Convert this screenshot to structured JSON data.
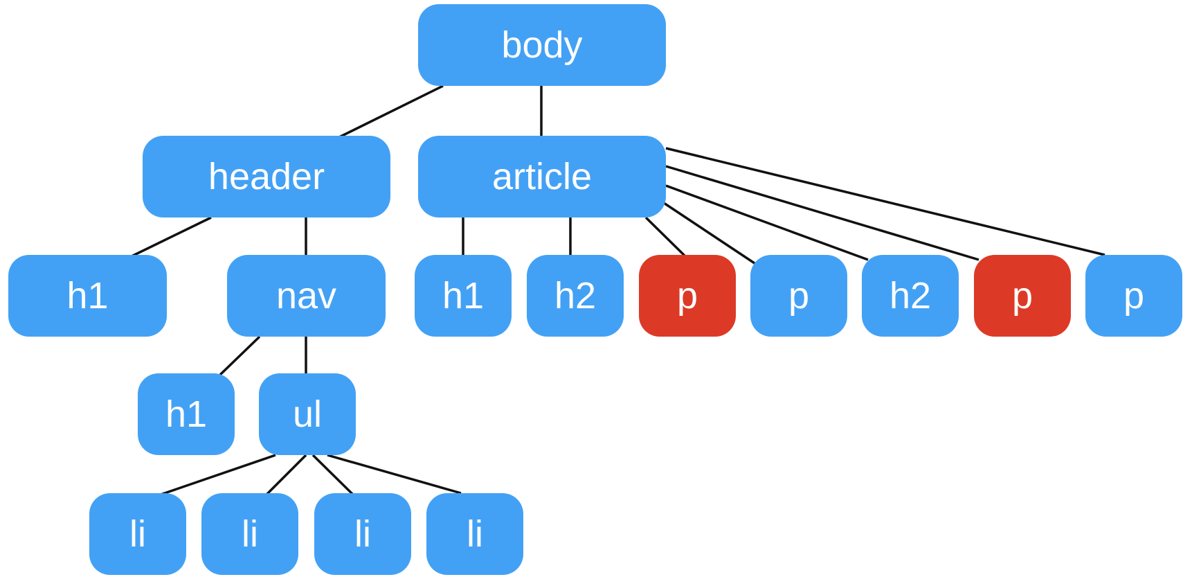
{
  "colors": {
    "default": "#43A1F5",
    "highlight": "#DC3A26",
    "edge": "#111111",
    "text": "#FFFFFF"
  },
  "tree": {
    "nodes": [
      {
        "id": "body",
        "label": "body",
        "highlight": false
      },
      {
        "id": "header",
        "label": "header",
        "highlight": false
      },
      {
        "id": "article",
        "label": "article",
        "highlight": false
      },
      {
        "id": "header-h1",
        "label": "h1",
        "highlight": false
      },
      {
        "id": "nav",
        "label": "nav",
        "highlight": false
      },
      {
        "id": "nav-h1",
        "label": "h1",
        "highlight": false
      },
      {
        "id": "ul",
        "label": "ul",
        "highlight": false
      },
      {
        "id": "li-1",
        "label": "li",
        "highlight": false
      },
      {
        "id": "li-2",
        "label": "li",
        "highlight": false
      },
      {
        "id": "li-3",
        "label": "li",
        "highlight": false
      },
      {
        "id": "li-4",
        "label": "li",
        "highlight": false
      },
      {
        "id": "article-h1",
        "label": "h1",
        "highlight": false
      },
      {
        "id": "article-h2-1",
        "label": "h2",
        "highlight": false
      },
      {
        "id": "article-p-1",
        "label": "p",
        "highlight": true
      },
      {
        "id": "article-p-2",
        "label": "p",
        "highlight": false
      },
      {
        "id": "article-h2-2",
        "label": "h2",
        "highlight": false
      },
      {
        "id": "article-p-3",
        "label": "p",
        "highlight": true
      },
      {
        "id": "article-p-4",
        "label": "p",
        "highlight": false
      }
    ],
    "edges": [
      [
        "body",
        "header"
      ],
      [
        "body",
        "article"
      ],
      [
        "header",
        "header-h1"
      ],
      [
        "header",
        "nav"
      ],
      [
        "nav",
        "nav-h1"
      ],
      [
        "nav",
        "ul"
      ],
      [
        "ul",
        "li-1"
      ],
      [
        "ul",
        "li-2"
      ],
      [
        "ul",
        "li-3"
      ],
      [
        "ul",
        "li-4"
      ],
      [
        "article",
        "article-h1"
      ],
      [
        "article",
        "article-h2-1"
      ],
      [
        "article",
        "article-p-1"
      ],
      [
        "article",
        "article-p-2"
      ],
      [
        "article",
        "article-h2-2"
      ],
      [
        "article",
        "article-p-3"
      ],
      [
        "article",
        "article-p-4"
      ]
    ]
  }
}
